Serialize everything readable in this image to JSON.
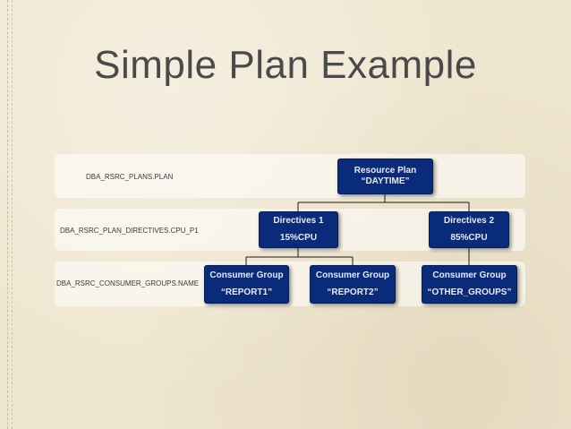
{
  "slide": {
    "title": "Simple Plan Example"
  },
  "bands": {
    "plans": "DBA_RSRC_PLANS.PLAN",
    "directives": "DBA_RSRC_PLAN_DIRECTIVES.CPU_P1",
    "groups": "DBA_RSRC_CONSUMER_GROUPS.NAME"
  },
  "nodes": {
    "plan": {
      "line1": "Resource Plan",
      "line2": "“DAYTIME”"
    },
    "directive1": {
      "line1": "Directives 1",
      "line2": "15%CPU"
    },
    "directive2": {
      "line1": "Directives 2",
      "line2": "85%CPU"
    },
    "group1": {
      "line1": "Consumer Group",
      "line2": "“REPORT1”"
    },
    "group2": {
      "line1": "Consumer Group",
      "line2": "“REPORT2”"
    },
    "group3": {
      "line1": "Consumer Group",
      "line2": "“OTHER_GROUPS”"
    }
  },
  "colors": {
    "background": "#efe6cf",
    "node_fill": "#0a2a7a",
    "node_text": "#e4eaf8",
    "connector": "#1a1a1a"
  }
}
